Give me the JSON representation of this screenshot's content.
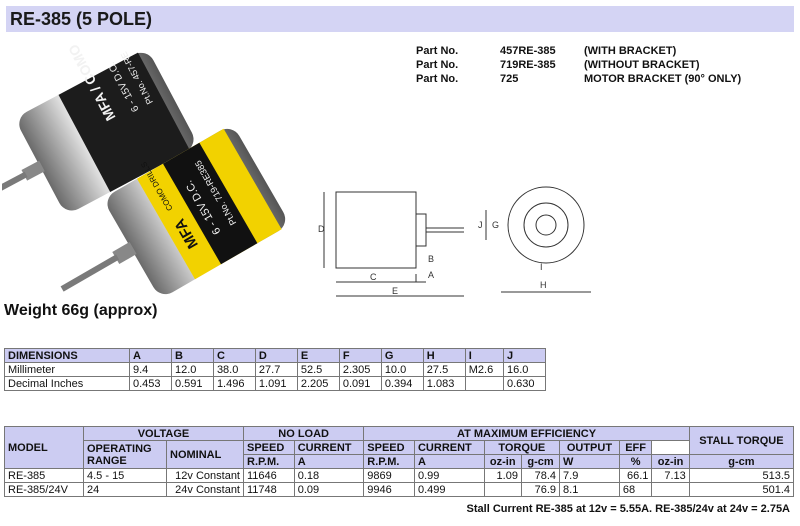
{
  "title": "RE-385 (5 POLE)",
  "parts": [
    {
      "label": "Part No.",
      "number": "457RE-385",
      "desc": "(WITH BRACKET)"
    },
    {
      "label": "Part No.",
      "number": "719RE-385",
      "desc": "(WITHOUT BRACKET)"
    },
    {
      "label": "Part No.",
      "number": "725",
      "desc": "MOTOR BRACKET (90° ONLY)"
    }
  ],
  "photo": {
    "motor1_label": "MFA / COMO",
    "motor1_spec": "6 - 15V D.C.",
    "motor1_part": "Pt.No. 457-RE",
    "motor2_label": "MFA",
    "motor2_brand": "COMO DRILLS",
    "motor2_spec": "6 - 15V D.C.",
    "motor2_part": "Pt.No. 719-RE385"
  },
  "drawing_labels": {
    "d": "D",
    "c": "C",
    "e": "E",
    "a": "A",
    "b": "B",
    "j": "J",
    "g": "G",
    "i": "I",
    "h": "H"
  },
  "weight": "Weight 66g (approx)",
  "dimensions": {
    "header": [
      "DIMENSIONS",
      "A",
      "B",
      "C",
      "D",
      "E",
      "F",
      "G",
      "H",
      "I",
      "J"
    ],
    "rows": [
      [
        "Millimeter",
        "9.4",
        "12.0",
        "38.0",
        "27.7",
        "52.5",
        "2.305",
        "10.0",
        "27.5",
        "M2.6",
        "16.0"
      ],
      [
        "Decimal Inches",
        "0.453",
        "0.591",
        "1.496",
        "1.091",
        "2.205",
        "0.091",
        "0.394",
        "1.083",
        "",
        "0.630"
      ]
    ]
  },
  "performance": {
    "model": "MODEL",
    "voltage": "VOLTAGE",
    "operating_range": "OPERATING RANGE",
    "nominal": "NOMINAL",
    "no_load": "NO LOAD",
    "at_max": "AT MAXIMUM EFFICIENCY",
    "stall_torque": "STALL TORQUE",
    "speed": "SPEED",
    "current": "CURRENT",
    "torque": "TORQUE",
    "output": "OUTPUT",
    "eff": "EFF",
    "rpm": "R.P.M.",
    "a": "A",
    "ozin": "oz-in",
    "gcm": "g-cm",
    "w": "W",
    "pct": "%",
    "rows": [
      [
        "RE-385",
        "4.5 - 15",
        "12v Constant",
        "11646",
        "0.18",
        "9869",
        "0.99",
        "1.09",
        "78.4",
        "7.9",
        "66.1",
        "7.13",
        "513.5"
      ],
      [
        "RE-385/24V",
        "24",
        "24v Constant",
        "11748",
        "0.09",
        "9946",
        "0.499",
        "",
        "76.9",
        "8.1",
        "68",
        "",
        "501.4"
      ]
    ]
  },
  "stall_note": "Stall Current RE-385 at 12v = 5.55A. RE-385/24v at 24v = 2.75A"
}
